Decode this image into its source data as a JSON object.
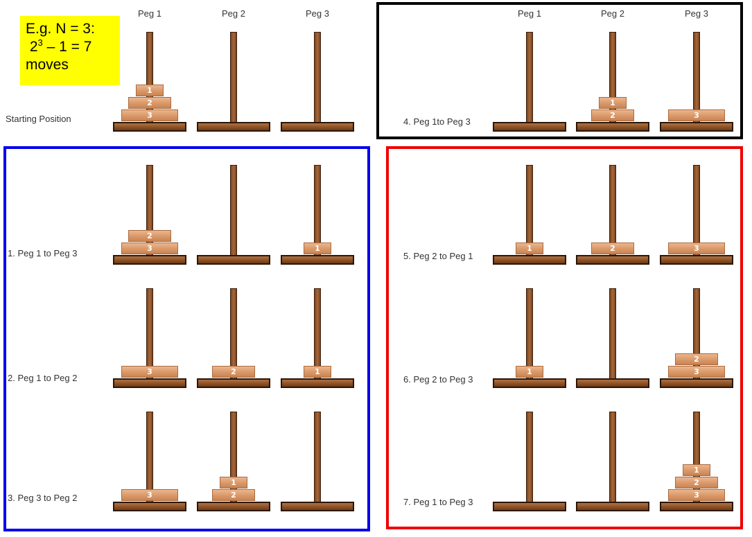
{
  "note": {
    "line1": "E.g. N = 3:",
    "base": "2",
    "exp": "3",
    "rest": " – 1 = 7",
    "line3": "moves"
  },
  "headers": {
    "left": [
      "Peg 1",
      "Peg 2",
      "Peg 3"
    ],
    "right": [
      "Peg 1",
      "Peg 2",
      "Peg 3"
    ]
  },
  "steps": [
    {
      "label": "Starting Position",
      "pegs": [
        [
          "1",
          "2",
          "3"
        ],
        [],
        []
      ]
    },
    {
      "label": "1. Peg 1 to Peg 3",
      "pegs": [
        [
          "2",
          "3"
        ],
        [],
        [
          "1"
        ]
      ]
    },
    {
      "label": "2. Peg 1 to Peg 2",
      "pegs": [
        [
          "3"
        ],
        [
          "2"
        ],
        [
          "1"
        ]
      ]
    },
    {
      "label": "3. Peg 3 to Peg 2",
      "pegs": [
        [
          "3"
        ],
        [
          "1",
          "2"
        ],
        []
      ]
    },
    {
      "label": "4. Peg 1to Peg 3",
      "pegs": [
        [],
        [
          "1",
          "2"
        ],
        [
          "3"
        ]
      ]
    },
    {
      "label": "5. Peg 2 to Peg 1",
      "pegs": [
        [
          "1"
        ],
        [
          "2"
        ],
        [
          "3"
        ]
      ]
    },
    {
      "label": "6. Peg 2 to Peg 3",
      "pegs": [
        [
          "1"
        ],
        [],
        [
          "2",
          "3"
        ]
      ]
    },
    {
      "label": "7. Peg 1 to Peg 3",
      "pegs": [
        [],
        [],
        [
          "1",
          "2",
          "3"
        ]
      ]
    }
  ],
  "colors": {
    "highlight": "#ffff00",
    "step4_box": "#000000",
    "steps1to3_box": "#0000ee",
    "steps5to7_box": "#ee0000"
  }
}
